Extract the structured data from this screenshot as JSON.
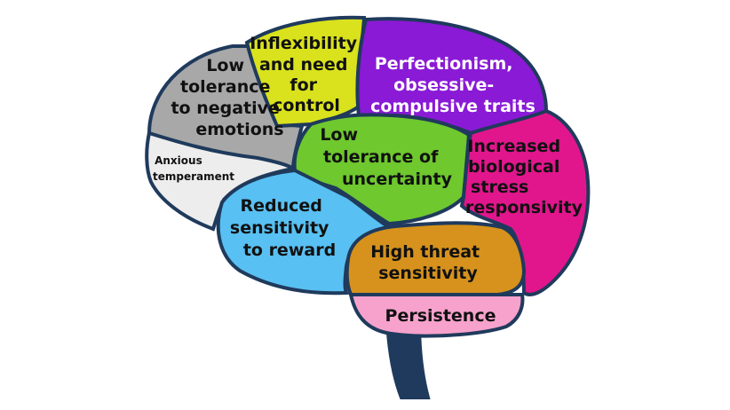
{
  "regions": {
    "low_tolerance_negative": {
      "lines": [
        "Low",
        "tolerance",
        "to negative",
        "emotions"
      ],
      "color": "#a8a8a8"
    },
    "inflexibility": {
      "lines": [
        "Inflexibility",
        "and need",
        "for",
        "control"
      ],
      "color": "#d9e21c"
    },
    "perfectionism": {
      "lines": [
        "Perfectionism,",
        "obsessive-",
        "compulsive traits"
      ],
      "color": "#8a1ad6"
    },
    "anxious_temperament": {
      "lines": [
        "Anxious",
        "temperament"
      ],
      "color": "#ededed"
    },
    "low_tolerance_uncertainty": {
      "lines": [
        "Low",
        "tolerance of",
        "uncertainty"
      ],
      "color": "#6ec82e"
    },
    "biological_stress": {
      "lines": [
        "Increased",
        "biological",
        "stress",
        "responsivity"
      ],
      "color": "#e1168c"
    },
    "reduced_sensitivity": {
      "lines": [
        "Reduced",
        "sensitivity",
        "to reward"
      ],
      "color": "#58c0f2"
    },
    "high_threat": {
      "lines": [
        "High threat",
        "sensitivity"
      ],
      "color": "#d6921c"
    },
    "persistence": {
      "lines": [
        "Persistence"
      ],
      "color": "#f7a2cc"
    }
  },
  "outline_color": "#1f3a5c",
  "brainstem_color": "#1f3a5c"
}
